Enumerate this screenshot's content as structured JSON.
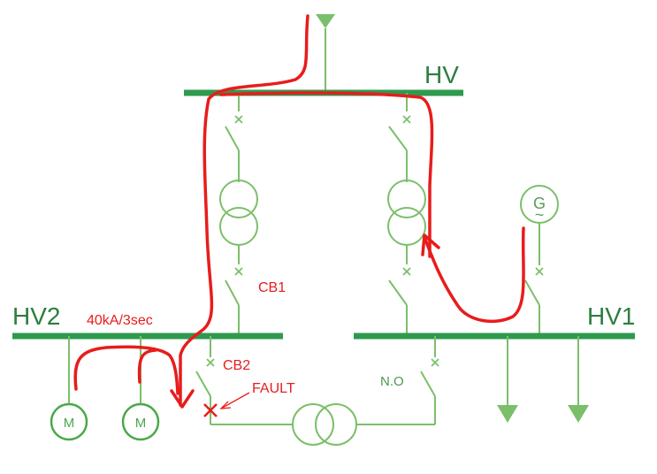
{
  "buses": {
    "hv": "HV",
    "hv1": "HV1",
    "hv2": "HV2"
  },
  "breakers": {
    "cb1": "CB1",
    "cb2": "CB2",
    "normally_open": "N.O"
  },
  "annotations": {
    "fault_rating": "40kA/3sec",
    "fault": "FAULT"
  },
  "equipment": {
    "motor_symbol": "M",
    "generator_symbol": "G",
    "generator_wave": "~"
  },
  "colors": {
    "bus": "#2e9a4e",
    "equipment": "#7bbf6a",
    "fault_current": "#e81c1c"
  },
  "icons": [
    "utility-source-icon",
    "transformer-icon",
    "generator-icon",
    "motor-icon",
    "load-icon",
    "breaker-icon",
    "fault-marker-icon"
  ]
}
